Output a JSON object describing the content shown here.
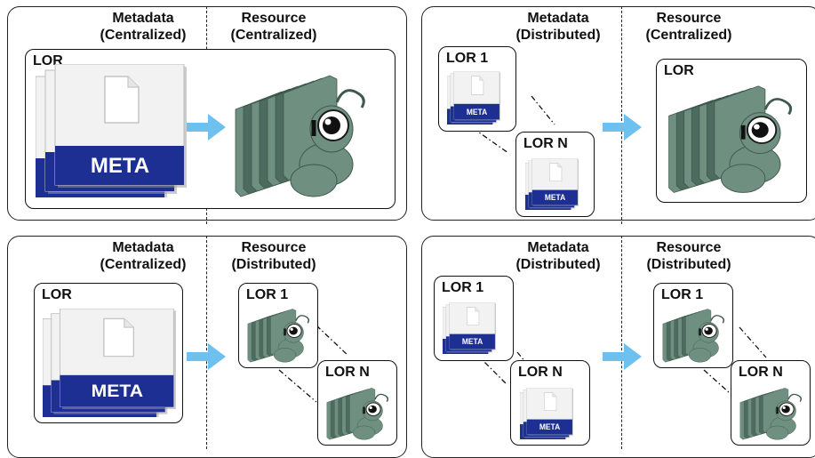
{
  "header_labels": {
    "metadata_centralized": [
      "Metadata",
      "(Centralized)"
    ],
    "metadata_distributed": [
      "Metadata",
      "(Distributed)"
    ],
    "resource_centralized": [
      "Resource",
      "(Centralized)"
    ],
    "resource_distributed": [
      "Resource",
      "(Distributed)"
    ]
  },
  "labels": {
    "lor": "LOR",
    "lor_1": "LOR 1",
    "lor_n": "LOR N",
    "meta": "META"
  },
  "colors": {
    "meta_band": "#1e2f94",
    "doc_white": "#f2f2f2",
    "resource_green": "#6f8f80",
    "resource_dark": "#4d6b5e",
    "arrow_blue": "#6ec1ef",
    "line": "#111111"
  },
  "icons": [
    "meta-document-stack-icon",
    "resource-server-stack-icon",
    "arrow-right-icon"
  ]
}
